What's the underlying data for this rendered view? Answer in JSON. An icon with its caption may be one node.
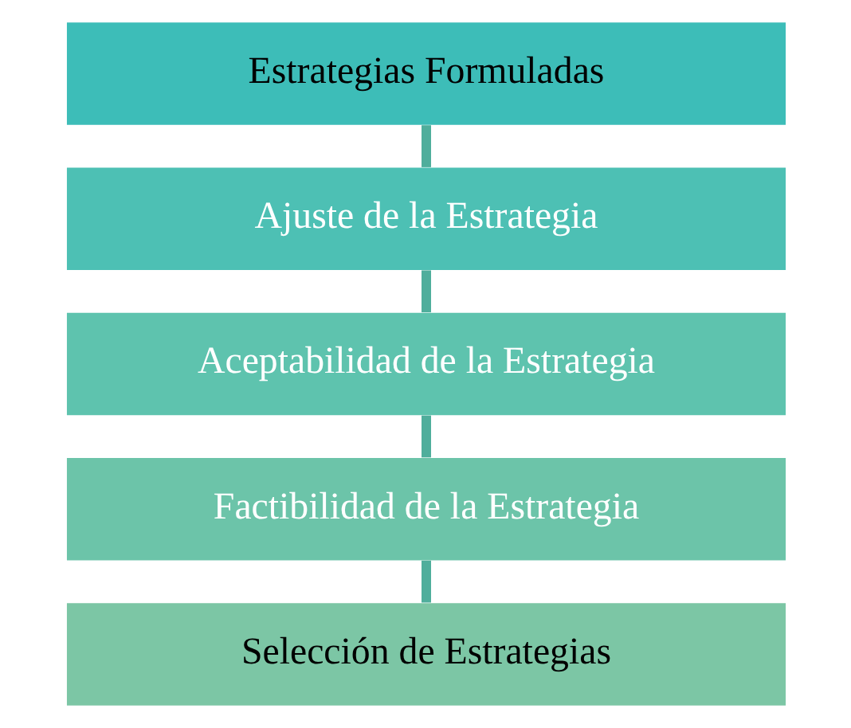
{
  "diagram": {
    "nodes": [
      {
        "text": [
          "Estrategias Formuladas"
        ]
      },
      {
        "text": [
          "Ajuste de la Estrategia"
        ]
      },
      {
        "text": [
          "Aceptabilidad de la Estrategia"
        ]
      },
      {
        "text": [
          "Factibilidad de la Estrategia"
        ]
      },
      {
        "text": [
          "Selección de Estrategias"
        ]
      }
    ],
    "edges": [
      {
        "from": 0,
        "to": 1,
        "arrow": "none"
      },
      {
        "from": 1,
        "to": 2,
        "arrow": "none"
      },
      {
        "from": 2,
        "to": 3,
        "arrow": "none"
      },
      {
        "from": 3,
        "to": 4,
        "arrow": "none"
      }
    ]
  }
}
